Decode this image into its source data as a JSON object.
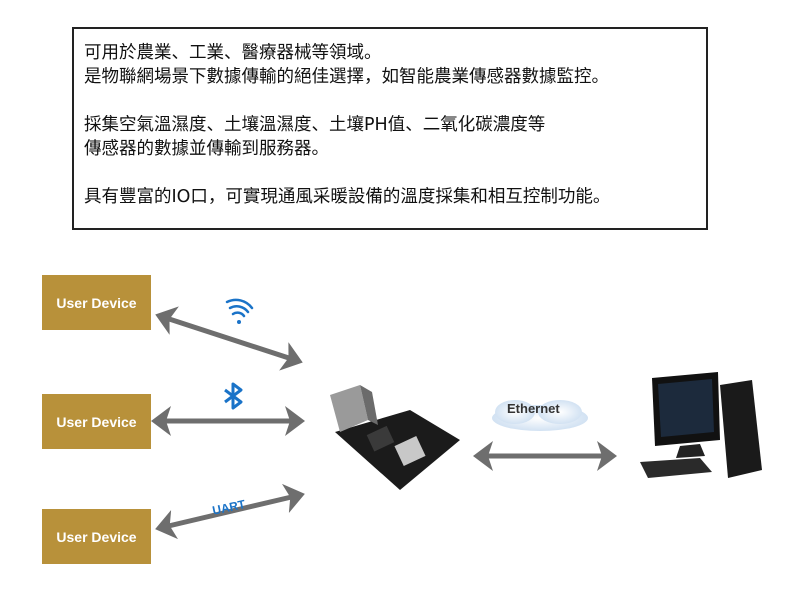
{
  "description": {
    "lines": [
      "可用於農業、工業、醫療器械等領域。",
      "是物聯網場景下數據傳輸的絕佳選擇，如智能農業傳感器數據監控。",
      "採集空氣溫濕度、土壤溫濕度、土壤PH值、二氧化碳濃度等",
      "傳感器的數據並傳輸到服務器。",
      "具有豐富的IO口，可實現通風采暖設備的溫度採集和相互控制功能。"
    ]
  },
  "devices": [
    {
      "label": "User Device",
      "link": "wifi-icon"
    },
    {
      "label": "User Device",
      "link": "bluetooth-icon"
    },
    {
      "label": "User Device",
      "link": "UART"
    }
  ],
  "uart_label": "UART",
  "ethernet_label": "Ethernet",
  "colors": {
    "device": "#b8913a",
    "arrow": "#6e6e6e",
    "icon": "#1a73c8"
  }
}
